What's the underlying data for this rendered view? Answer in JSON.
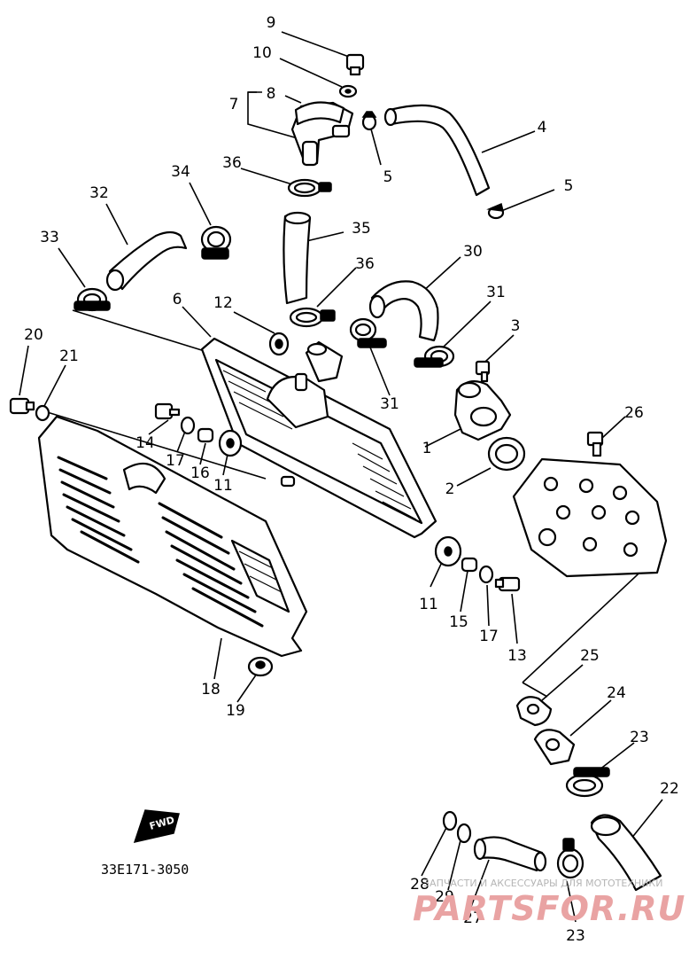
{
  "diagram": {
    "callouts": {
      "c9": "9",
      "c10": "10",
      "c8": "8",
      "c7": "7",
      "c4": "4",
      "c5a": "5",
      "c5b": "5",
      "c36a": "36",
      "c34": "34",
      "c32": "32",
      "c33": "33",
      "c35": "35",
      "c30": "30",
      "c36b": "36",
      "c6": "6",
      "c12": "12",
      "c31a": "31",
      "c31b": "31",
      "c3": "3",
      "c20": "20",
      "c21": "21",
      "c1": "1",
      "c26": "26",
      "c14": "14",
      "c17a": "17",
      "c16": "16",
      "c11a": "11",
      "c2": "2",
      "c11b": "11",
      "c15": "15",
      "c17b": "17",
      "c13": "13",
      "c18": "18",
      "c19": "19",
      "c25": "25",
      "c24": "24",
      "c23a": "23",
      "c22": "22",
      "c28": "28",
      "c29": "29",
      "c27": "27",
      "c23b": "23"
    },
    "fwd_label": "FWD",
    "code": "33E171-3050"
  },
  "watermark": {
    "tagline": "ЗАПЧАСТИ И АКСЕССУАРЫ ДЛЯ МОТОТЕХНИКИ",
    "brand": "PARTSFOR.RU",
    "color": "#e9a3a3"
  }
}
